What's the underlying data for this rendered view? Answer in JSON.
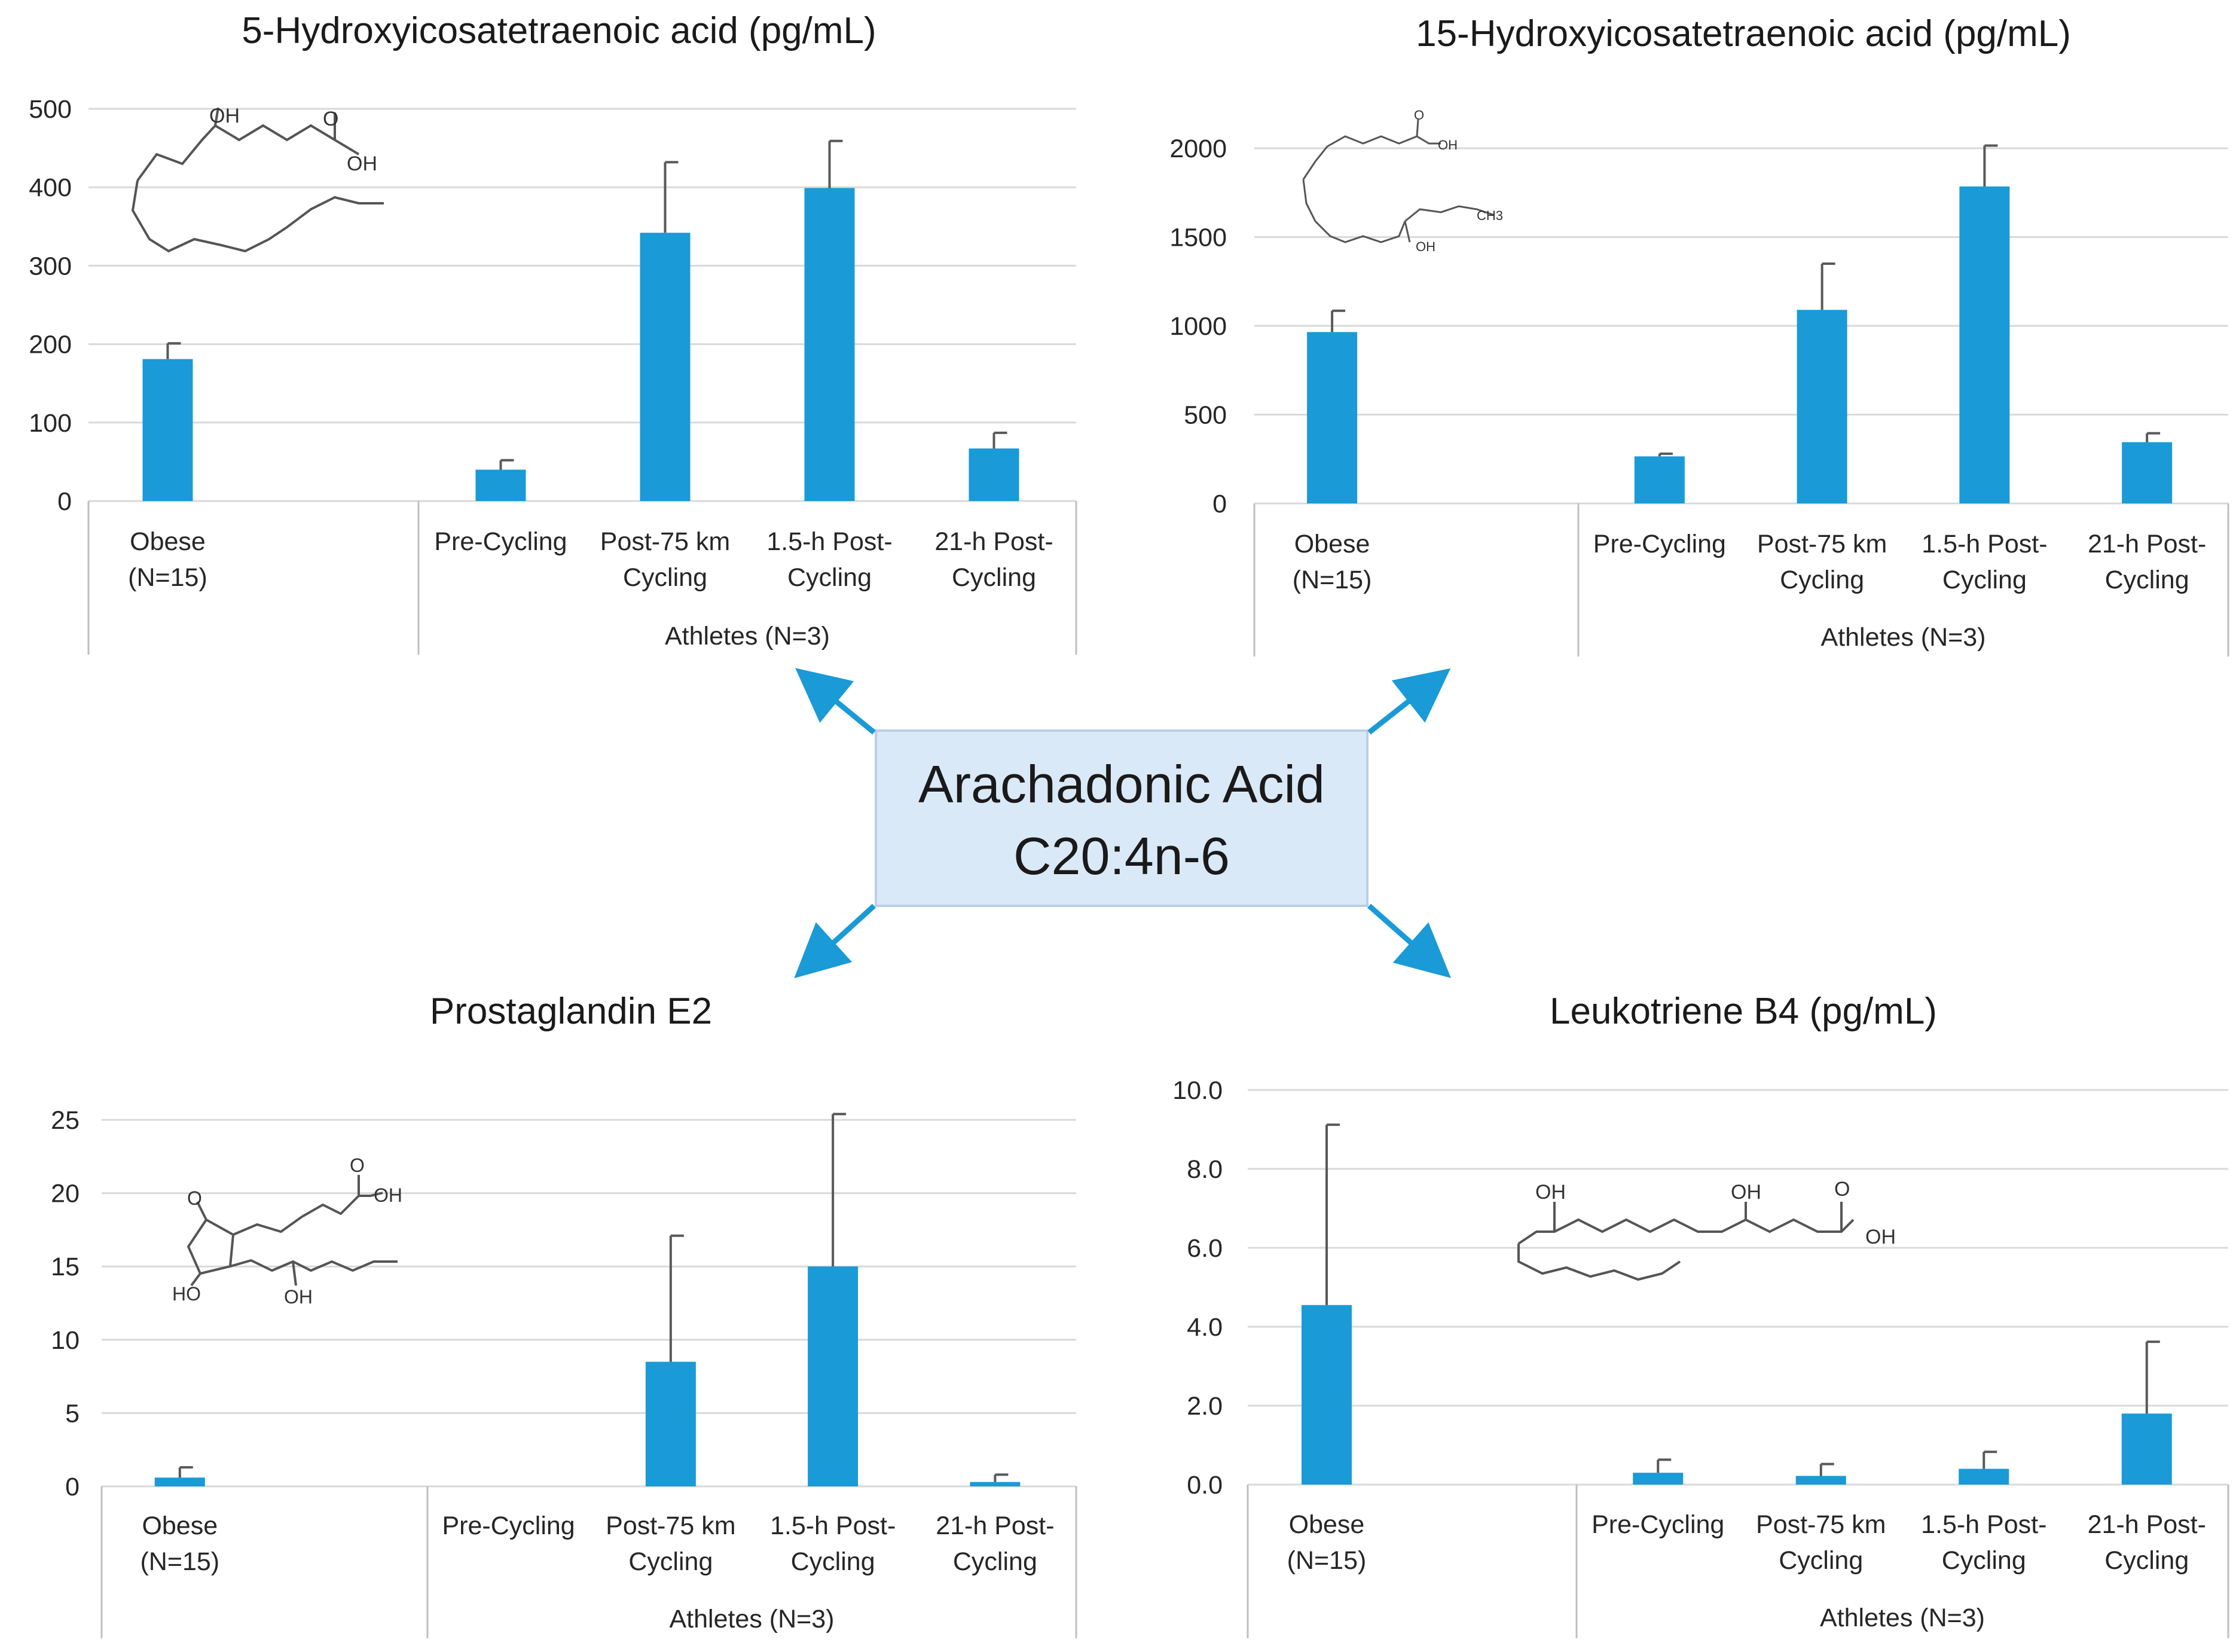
{
  "center": {
    "line1": "Arachadonic Acid",
    "line2": "C20:4n-6",
    "fill": "#dae9f7",
    "stroke": "#b9cfe6"
  },
  "colors": {
    "bar": "#1a9ad6",
    "arrow": "#1a9ad6",
    "grid": "#d9d9d9",
    "axis": "#bfbfbf"
  },
  "chart_data": [
    {
      "type": "bar",
      "title": "5-Hydroxyicosatetraenoic acid (pg/mL)",
      "ylim": [
        0,
        500
      ],
      "yticks": [
        0,
        100,
        200,
        300,
        400,
        500
      ],
      "ytick_labels": [
        "0",
        "100",
        "200",
        "300",
        "400",
        "500"
      ],
      "categories": [
        {
          "line1": "Obese",
          "line2": "(N=15)"
        },
        {
          "line1": "Pre-Cycling",
          "line2": ""
        },
        {
          "line1": "Post-75 km",
          "line2": "Cycling"
        },
        {
          "line1": "1.5-h Post-",
          "line2": "Cycling"
        },
        {
          "line1": "21-h Post-",
          "line2": "Cycling"
        }
      ],
      "values": [
        181,
        40,
        342,
        399,
        67
      ],
      "errors": [
        20,
        12,
        90,
        60,
        20
      ],
      "group_label": "Athletes (N=3)",
      "structure": "hete5"
    },
    {
      "type": "bar",
      "title": "15-Hydroxyicosatetraenoic acid (pg/mL)",
      "ylim": [
        0,
        2000
      ],
      "yticks": [
        0,
        500,
        1000,
        1500,
        2000
      ],
      "ytick_labels": [
        "0",
        "500",
        "1000",
        "1500",
        "2000"
      ],
      "categories": [
        {
          "line1": "Obese",
          "line2": "(N=15)"
        },
        {
          "line1": "Pre-Cycling",
          "line2": ""
        },
        {
          "line1": "Post-75 km",
          "line2": "Cycling"
        },
        {
          "line1": "1.5-h Post-",
          "line2": "Cycling"
        },
        {
          "line1": "21-h Post-",
          "line2": "Cycling"
        }
      ],
      "values": [
        965,
        265,
        1090,
        1785,
        345
      ],
      "errors": [
        120,
        15,
        260,
        230,
        50
      ],
      "group_label": "Athletes (N=3)",
      "structure": "hete15"
    },
    {
      "type": "bar",
      "title": "Prostaglandin E2",
      "ylim": [
        0,
        25
      ],
      "yticks": [
        0,
        5,
        10,
        15,
        20,
        25
      ],
      "ytick_labels": [
        "0",
        "5",
        "10",
        "15",
        "20",
        "25"
      ],
      "categories": [
        {
          "line1": "Obese",
          "line2": "(N=15)"
        },
        {
          "line1": "Pre-Cycling",
          "line2": ""
        },
        {
          "line1": "Post-75 km",
          "line2": "Cycling"
        },
        {
          "line1": "1.5-h Post-",
          "line2": "Cycling"
        },
        {
          "line1": "21-h Post-",
          "line2": "Cycling"
        }
      ],
      "values": [
        0.6,
        0,
        8.5,
        15.0,
        0.3
      ],
      "errors": [
        0.7,
        0,
        8.6,
        10.4,
        0.5
      ],
      "group_label": "Athletes (N=3)",
      "structure": "pge2"
    },
    {
      "type": "bar",
      "title": "Leukotriene B4 (pg/mL)",
      "ylim": [
        0,
        10
      ],
      "yticks": [
        0,
        2,
        4,
        6,
        8,
        10
      ],
      "ytick_labels": [
        "0.0",
        "2.0",
        "4.0",
        "6.0",
        "8.0",
        "10.0"
      ],
      "categories": [
        {
          "line1": "Obese",
          "line2": "(N=15)"
        },
        {
          "line1": "Pre-Cycling",
          "line2": ""
        },
        {
          "line1": "Post-75 km",
          "line2": "Cycling"
        },
        {
          "line1": "1.5-h Post-",
          "line2": "Cycling"
        },
        {
          "line1": "21-h Post-",
          "line2": "Cycling"
        }
      ],
      "values": [
        4.55,
        0.3,
        0.22,
        0.4,
        1.8
      ],
      "errors": [
        4.57,
        0.33,
        0.3,
        0.43,
        1.82
      ],
      "group_label": "Athletes (N=3)",
      "structure": "ltb4"
    }
  ],
  "structures": {
    "hete5": {
      "labels": [
        "OH",
        "O",
        "OH"
      ]
    },
    "hete15": {
      "labels": [
        "O",
        "OH",
        "CH3",
        "OH"
      ]
    },
    "pge2": {
      "labels": [
        "O",
        "O",
        "OH",
        "HO",
        "OH"
      ]
    },
    "ltb4": {
      "labels": [
        "OH",
        "OH",
        "O",
        "OH"
      ]
    }
  }
}
